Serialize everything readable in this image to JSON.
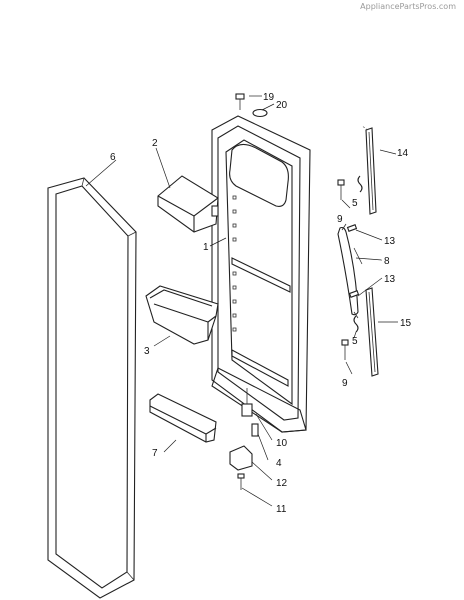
{
  "watermark": "AppliancePartsPros.com",
  "callouts": [
    "19",
    "20",
    "6",
    "2",
    "14",
    "1",
    "5",
    "9",
    "13",
    "8",
    "13",
    "3",
    "15",
    "5",
    "9",
    "7",
    "10",
    "4",
    "12",
    "11"
  ]
}
